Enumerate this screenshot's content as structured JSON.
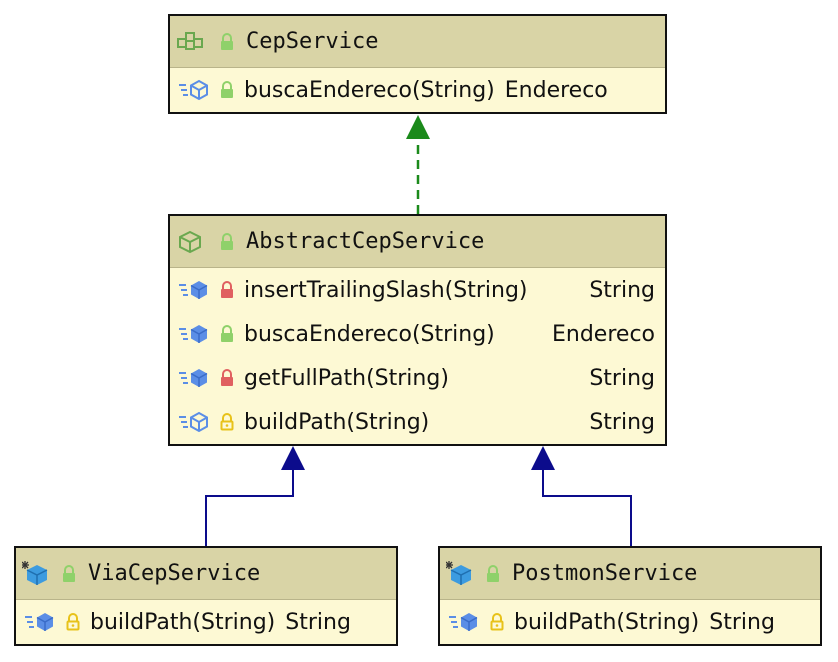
{
  "classes": [
    {
      "id": "cepservice",
      "name": "CepService",
      "kind": "interface",
      "members": [
        {
          "signature": "buscaEndereco(String)",
          "return_type": "Endereco",
          "visibility": "public",
          "icon": "abstract-method-icon"
        }
      ]
    },
    {
      "id": "abstractcepservice",
      "name": "AbstractCepService",
      "kind": "abstract-class",
      "members": [
        {
          "signature": "insertTrailingSlash(String)",
          "return_type": "String",
          "visibility": "private",
          "icon": "method-icon"
        },
        {
          "signature": "buscaEndereco(String)",
          "return_type": "Endereco",
          "visibility": "public",
          "icon": "method-icon"
        },
        {
          "signature": "getFullPath(String)",
          "return_type": "String",
          "visibility": "private",
          "icon": "method-icon"
        },
        {
          "signature": "buildPath(String)",
          "return_type": "String",
          "visibility": "protected",
          "icon": "abstract-method-icon"
        }
      ]
    },
    {
      "id": "viacepservice",
      "name": "ViaCepService",
      "kind": "spring-bean-class",
      "members": [
        {
          "signature": "buildPath(String)",
          "return_type": "String",
          "visibility": "protected",
          "icon": "method-icon"
        }
      ]
    },
    {
      "id": "postmonservice",
      "name": "PostmonService",
      "kind": "spring-bean-class",
      "members": [
        {
          "signature": "buildPath(String)",
          "return_type": "String",
          "visibility": "protected",
          "icon": "method-icon"
        }
      ]
    }
  ],
  "relations": [
    {
      "from": "AbstractCepService",
      "to": "CepService",
      "type": "implements",
      "color": "#1b8a1b"
    },
    {
      "from": "ViaCepService",
      "to": "AbstractCepService",
      "type": "extends",
      "color": "#0c0c8c"
    },
    {
      "from": "PostmonService",
      "to": "AbstractCepService",
      "type": "extends",
      "color": "#0c0c8c"
    }
  ],
  "colors": {
    "header_bg": "#d9d4a6",
    "body_bg": "#fdf9d4",
    "lock_public": "#8fd16a",
    "lock_private": "#e06060",
    "lock_protected": "#e8c21a",
    "method_icon": "#5b8ee6"
  }
}
